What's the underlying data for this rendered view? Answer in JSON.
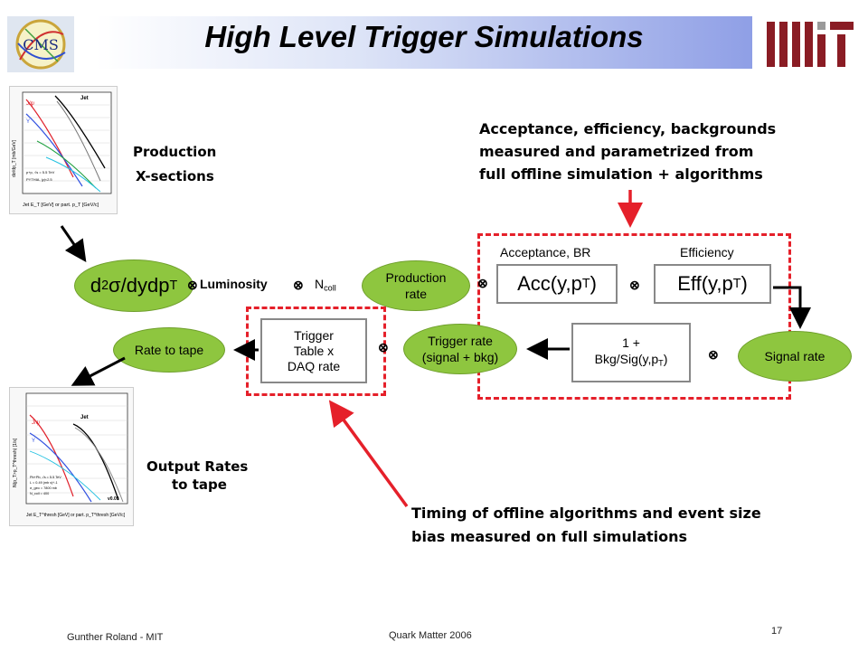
{
  "title": "High Level Trigger Simulations",
  "logos": {
    "cms": "CMS",
    "mit_icon": "mit-logo-icon"
  },
  "labels": {
    "production_xsections_1": "Production",
    "production_xsections_2": "X-sections",
    "acceptance_note_1": "Acceptance, efficiency, backgrounds",
    "acceptance_note_2": "measured and parametrized from",
    "acceptance_note_3": "full offline simulation + algorithms",
    "acceptance_br": "Acceptance, BR",
    "efficiency": "Efficiency",
    "output_rates_1": "Output Rates",
    "output_rates_2": "to tape",
    "timing_note_1": "Timing of offline algorithms and event size",
    "timing_note_2": "bias measured on full simulations"
  },
  "nodes": {
    "d2sigma": {
      "main": "d",
      "sup": "2",
      "sigma": "σ",
      "rest": "/dydp",
      "sub": "T"
    },
    "luminosity": "Luminosity",
    "ncoll": {
      "main": "N",
      "sub": "coll"
    },
    "production_rate_1": "Production",
    "production_rate_2": "rate",
    "acc": {
      "main": "Acc(y,p",
      "sub": "T",
      "close": ")"
    },
    "eff": {
      "main": "Eff(y,p",
      "sub": "T",
      "close": ")"
    },
    "signal_rate": "Signal rate",
    "bkg_1": "1 +",
    "bkg_2": {
      "main": "Bkg/Sig(y,p",
      "sub": "T",
      "close": ")"
    },
    "trigger_rate_1": "Trigger rate",
    "trigger_rate_2": "(signal + bkg)",
    "trigger_table_1": "Trigger",
    "trigger_table_2": "Table x",
    "trigger_table_3": "DAQ rate",
    "rate_to_tape": "Rate to tape"
  },
  "operators": {
    "otimes": "⊗"
  },
  "plot_top": {
    "ylabel": "dσ/dp_T [mb/GeV]",
    "xlabel": "Jet E_T [GeV] or part. p_T [GeV/c]",
    "series": [
      "Jet",
      "J/ψ",
      "Υ"
    ],
    "annotations": [
      "p+p, √s = 5.5 TeV",
      "PYTHIA, |y|<2.5"
    ],
    "colors": {
      "jet": "#000000",
      "jpsi": "#e0202a",
      "upsilon": "#3050e0",
      "z": "#20a040",
      "cyan": "#20c0e0"
    }
  },
  "plot_bottom": {
    "ylabel": "N(p_T>p_T^thresh) [1/s]",
    "xlabel": "Jet E_T^thresh [GeV] or part. p_T^thresh [GeV/c]",
    "series": [
      "Jet",
      "J/ψ",
      "Υ"
    ],
    "annotations": [
      "Pb+Pb, √s = 5.5 TeV",
      "L = 0.49 (mb s)^-1",
      "σ_geo = 7800 mb",
      "N_coll = 400"
    ],
    "version": "v0.09"
  },
  "footer": {
    "author": "Gunther Roland - MIT",
    "conference": "Quark Matter 2006",
    "page": "17"
  }
}
